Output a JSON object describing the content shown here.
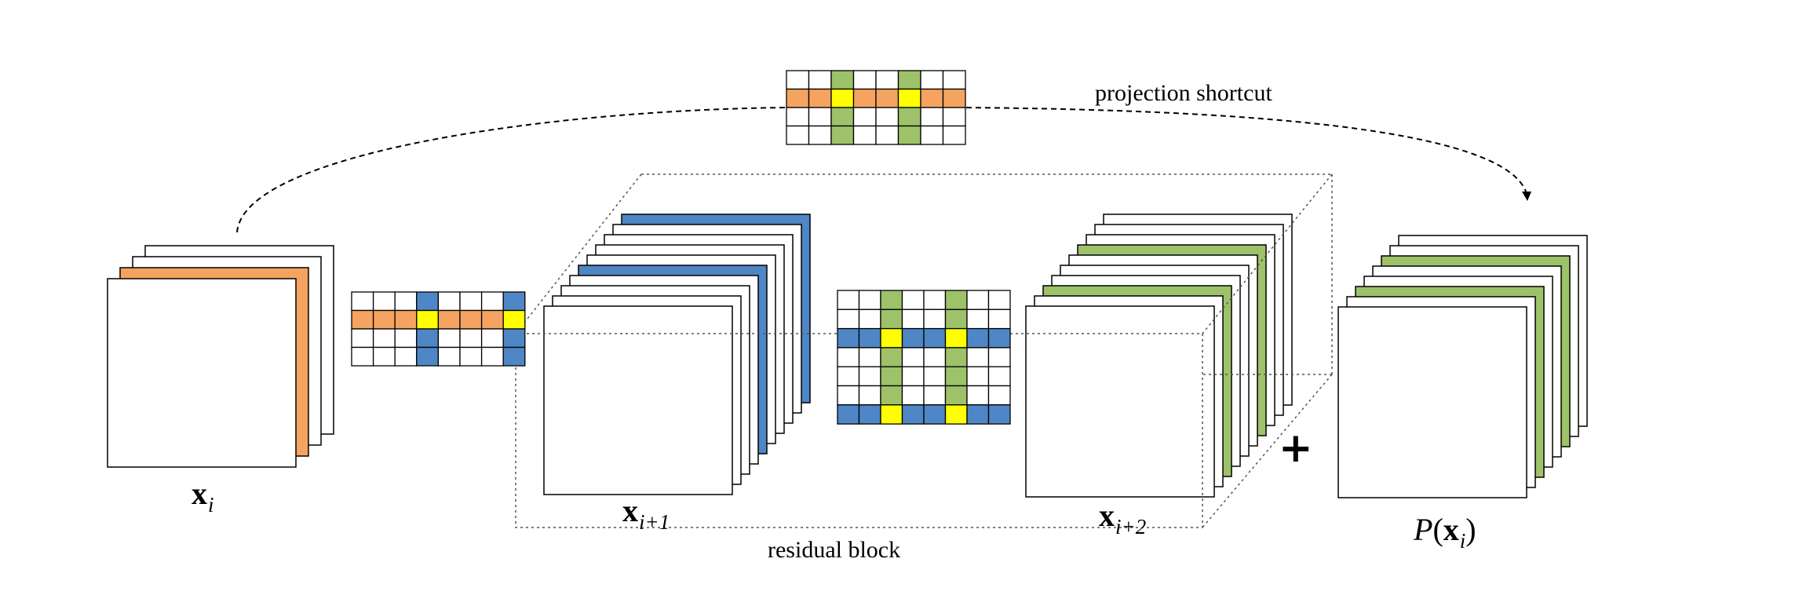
{
  "labels": {
    "projection_shortcut": "projection shortcut",
    "residual_block": "residual block",
    "x_i": {
      "base": "x",
      "sub": "i"
    },
    "x_i1": {
      "base": "x",
      "sub": "i+1"
    },
    "x_i2": {
      "base": "x",
      "sub": "i+2"
    },
    "p_xi": {
      "func": "P",
      "base": "x",
      "sub": "i"
    },
    "plus": "+"
  },
  "colors": {
    "orange": "#f4a460",
    "blue": "#4f86c6",
    "green": "#9dc26a",
    "yellow": "#ffff00",
    "line": "#000000"
  }
}
